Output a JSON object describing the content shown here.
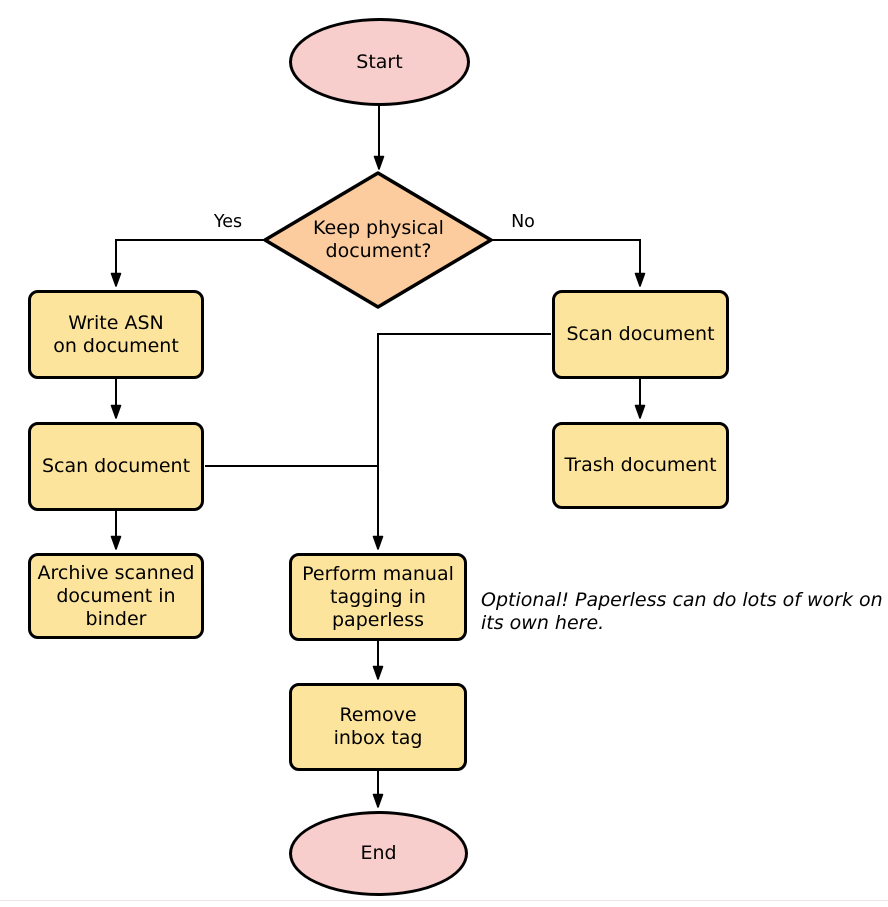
{
  "diagram": {
    "background": "#ffffff",
    "stroke": "#000000",
    "colors": {
      "terminal_fill": "#f8cecc",
      "decision_fill": "#fdcc9e",
      "process_fill": "#fde49c",
      "divider": "#efe3e3"
    },
    "nodes": {
      "start": {
        "label": "Start",
        "fill": "#f8cecc",
        "shape": "ellipse"
      },
      "decision": {
        "label": "Keep physical\ndocument?",
        "fill": "#fdcc9e",
        "shape": "diamond"
      },
      "write_asn": {
        "label": "Write ASN\non document",
        "fill": "#fde49c",
        "shape": "rounded-rect"
      },
      "scan_left": {
        "label": "Scan document",
        "fill": "#fde49c",
        "shape": "rounded-rect"
      },
      "archive": {
        "label": "Archive scanned\ndocument in\nbinder",
        "fill": "#fde49c",
        "shape": "rounded-rect"
      },
      "scan_right": {
        "label": "Scan document",
        "fill": "#fde49c",
        "shape": "rounded-rect"
      },
      "trash": {
        "label": "Trash document",
        "fill": "#fde49c",
        "shape": "rounded-rect"
      },
      "tagging": {
        "label": "Perform manual\ntagging in\npaperless",
        "fill": "#fde49c",
        "shape": "rounded-rect"
      },
      "remove_inbox": {
        "label": "Remove\ninbox tag",
        "fill": "#fde49c",
        "shape": "rounded-rect"
      },
      "end": {
        "label": "End",
        "fill": "#f8cecc",
        "shape": "ellipse"
      }
    },
    "edge_labels": {
      "yes": "Yes",
      "no": "No"
    },
    "note": "Optional! Paperless can do lots of work on\nits own here."
  }
}
